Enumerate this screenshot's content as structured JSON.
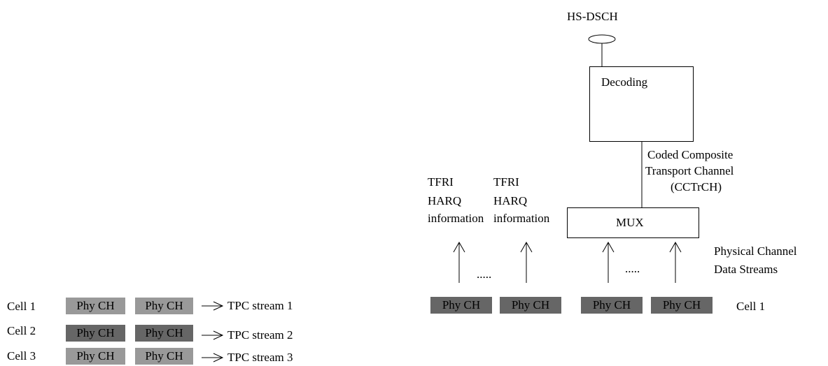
{
  "left": {
    "rows": [
      {
        "cell": "Cell 1",
        "chips": [
          "Phy CH",
          "Phy CH"
        ],
        "stream": "TPC stream 1",
        "color": "#999999"
      },
      {
        "cell": "Cell 2",
        "chips": [
          "Phy CH",
          "Phy CH"
        ],
        "stream": "TPC stream 2",
        "color": "#666666"
      },
      {
        "cell": "Cell 3",
        "chips": [
          "Phy CH",
          "Phy CH"
        ],
        "stream": "TPC stream 3",
        "color": "#999999"
      }
    ]
  },
  "right": {
    "hs_dsch": "HS-DSCH",
    "decoding": "Decoding",
    "cctrch": [
      "Coded Composite",
      "Transport Channel",
      "(CCTrCH)"
    ],
    "mux": "MUX",
    "tfri_groups": [
      [
        "TFRI",
        "HARQ",
        "information"
      ],
      [
        "TFRI",
        "HARQ",
        "information"
      ]
    ],
    "dots": ".....",
    "physical_streams": [
      "Physical Channel",
      "Data Streams"
    ],
    "bottom_chips": [
      "Phy CH",
      "Phy CH",
      "Phy CH",
      "Phy CH"
    ],
    "bottom_cell": "Cell 1",
    "chip_color": "#666666"
  }
}
